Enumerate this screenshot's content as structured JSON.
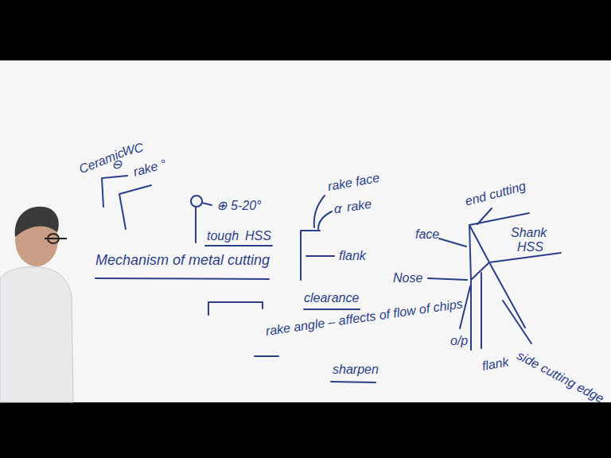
{
  "diagram": {
    "title": "Mechanism of metal cutting",
    "labels": [
      "Ceramic",
      "WC",
      "⊖",
      "rake °",
      "⊕",
      "5-20°",
      "tough",
      "HSS",
      "rake face",
      "α",
      "rake",
      "flank",
      "clearance",
      "end cutting",
      "face",
      "Shank",
      "HSS",
      "Nose",
      "o/p",
      "flank",
      "side cutting edge",
      "rake angle – affects of flow of chips",
      "sharpen"
    ]
  }
}
